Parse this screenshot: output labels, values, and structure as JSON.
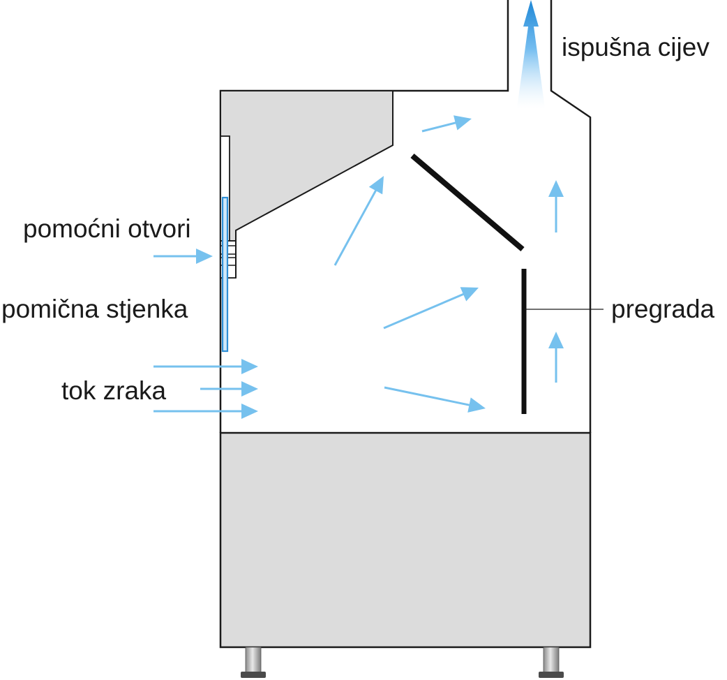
{
  "labels": {
    "exhaust_pipe": "ispušna cijev",
    "auxiliary_openings": "pomoćni otvori",
    "sliding_sash": "pomična stjenka",
    "airflow": "tok zraka",
    "baffle": "pregrada"
  },
  "colors": {
    "outline": "#1a1a1a",
    "panel_fill": "#dcdcdc",
    "airflow_arrow": "#76c1ee",
    "sash_glass": "#2f8fd6",
    "exhaust_gradient_top": "#1e87d6",
    "baffle": "#111111"
  },
  "icons": {
    "airflow": "light-blue-arrow",
    "exhaust": "gradient-up-arrow",
    "feet": "leveling-foot"
  }
}
